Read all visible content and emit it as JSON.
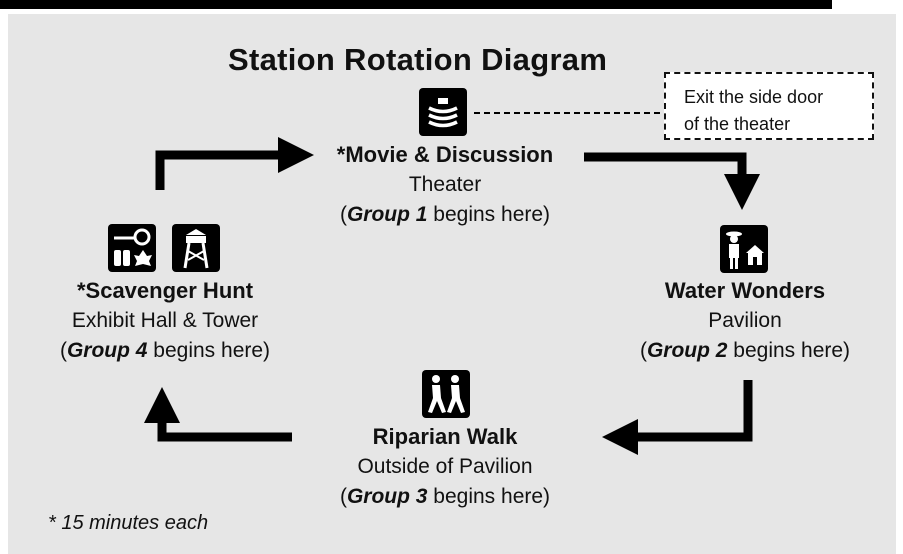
{
  "title": "Station Rotation Diagram",
  "callout": {
    "line1": "Exit the side door",
    "line2": "of the theater"
  },
  "stations": {
    "movie": {
      "name": "*Movie & Discussion",
      "location": "Theater",
      "group": "Group 1",
      "suffix": " begins here)",
      "icon": "theater-icon"
    },
    "water": {
      "name": "Water Wonders",
      "location": "Pavilion",
      "group": "Group 2",
      "suffix": " begins here)",
      "icon": "ranger-pavilion-icon"
    },
    "riparian": {
      "name": "Riparian Walk",
      "location": "Outside of Pavilion",
      "group": "Group 3",
      "suffix": " begins here)",
      "icon": "hikers-icon"
    },
    "scavenger": {
      "name": "*Scavenger Hunt",
      "location": "Exhibit Hall & Tower",
      "group": "Group 4",
      "suffix": " begins here)",
      "icons": [
        "binoculars-leaf-icon",
        "tower-icon"
      ]
    }
  },
  "open_paren": "(",
  "footnote": "* 15 minutes each",
  "colors": {
    "background": "#e6e6e6",
    "ink": "#000000"
  }
}
